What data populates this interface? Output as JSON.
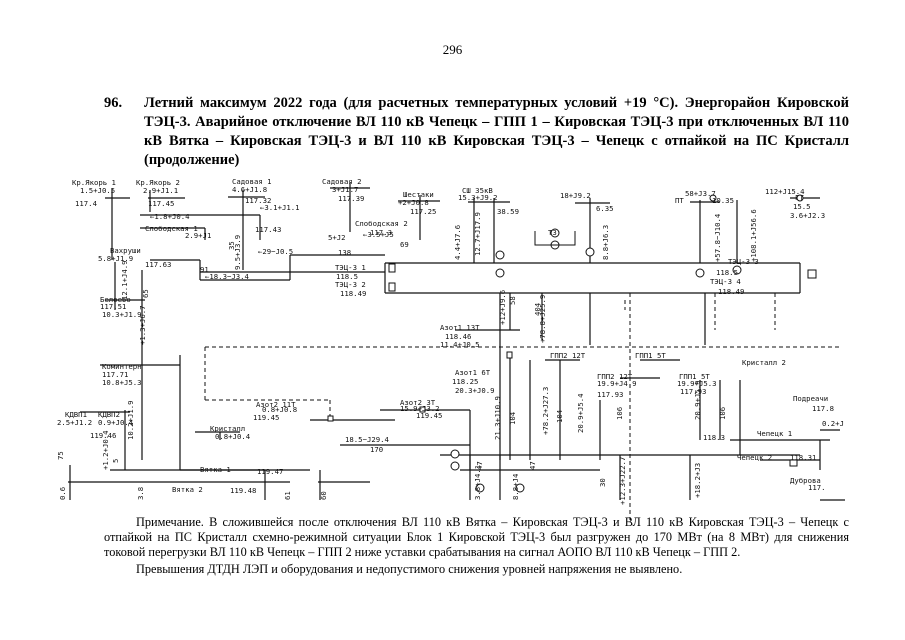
{
  "page_number": "296",
  "heading": {
    "number": "96.",
    "text": "Летний максимум 2022 года (для расчетных температурных условий +19 °С). Энергорайон Кировской ТЭЦ-3. Аварийное отключение ВЛ 110 кВ Чепецк – ГПП 1 – Кировская ТЭЦ-3 при отключенных ВЛ 110 кВ Вятка – Кировская ТЭЦ-3 и ВЛ 110 кВ Кировская ТЭЦ-3 – Чепецк с отпайкой на ПС Кристалл (продолжение)"
  },
  "diagram": {
    "labels": [
      "Кр.Якорь 1",
      "1.5+J0.5",
      "117.4",
      "Кр.Якорь 2",
      "2.9+J1.1",
      "117.45",
      "Садовая 1",
      "4.6+J1.8",
      "117.32",
      "Садовая 2",
      "3+J1.7",
      "117.39",
      "Шестаки",
      "+2+J0.8",
      "117.25",
      "СШ 35кВ",
      "15.3+J9.2",
      "18+J9.2",
      "58+J3.7",
      "ПТ",
      "10.35",
      "112+J15.4",
      "ГТ",
      "15.5",
      "3.6+J2.3",
      "←1.8+J0.4",
      "Слободская 1",
      "2.9+J1",
      "117.43",
      "←3.1+J1.1",
      "5+J2",
      "Слободская 2",
      "117.3",
      "←3.5+J5",
      "69",
      "38.59",
      "6.35",
      "ТЗ",
      "Вахруши",
      "5.8+J1.9",
      "117.63",
      "91",
      "←29−J0.5",
      "138",
      "←18.3−J3.4",
      "ТЭЦ-3 1",
      "118.5",
      "ТЭЦ-3 2",
      "118.49",
      "ТЭЦ-3 3",
      "118.5",
      "ТЭЦ-3 4",
      "118.49",
      "Белоево",
      "117.51",
      "10.3+J1.9",
      "Азот1 13Т",
      "118.46",
      "11.4+J0.5",
      "ГПП2 12Т",
      "ГПП1 5Т",
      "Кристалл 2",
      "Коминтерн",
      "117.71",
      "10.8+J5.3",
      "Азот1 6Т",
      "118.25",
      "20.3+J0.9",
      "ГПП2 12Т",
      "19.9+J4.9",
      "117.93",
      "ГПП1 5Т",
      "19.9+J5.3",
      "117.93",
      "КДВП1",
      "КДВП2",
      "2.5+J1.2",
      "0.9+J0.4",
      "119.46",
      "Азот2 11Т",
      "0.8+J0.8",
      "119.45",
      "Азот2 3Т",
      "15.9+J3.2",
      "119.45",
      "Кристалл",
      "0.8+J0.4",
      "18.5−J29.4",
      "170",
      "Подреачи",
      "117.8",
      "0.2+J",
      "Чепецк 1",
      "118.3",
      "Чепецк 2",
      "118.31",
      "Вятка 1",
      "119.47",
      "Вятка 2",
      "119.48",
      "Дуброва",
      "117.",
      "75",
      "5",
      "0.6",
      "3.8",
      "61",
      "60",
      "47",
      "47",
      "104",
      "104",
      "106",
      "106",
      "30",
      "35",
      "65",
      "58",
      "404",
      "12.7+J17.9",
      "4.4+J7.6",
      "8.8+J6.3",
      "+57.8−J10.4",
      "+108.1+J56.6",
      "9.5+J3.9",
      "+12+J9.6",
      "+78.8+J25.9",
      "+78.2+J27.3",
      "21.3+J10.9",
      "20.9+J5.4",
      "20.9+J5.9",
      "10.2+J1.9",
      "12.1+J4.9",
      "+1.3+J6.7",
      "+1.2+J0.4",
      "3.8+J4.1",
      "8.8+J4",
      "+12.3+J22.7",
      "+18.2+J3"
    ]
  },
  "note": {
    "para1": "Примечание. В сложившейся после отключения ВЛ 110 кВ Вятка – Кировская ТЭЦ-3 и ВЛ 110 кВ Кировская ТЭЦ-3 – Чепецк с отпайкой на ПС Кристалл схемно-режимной ситуации Блок 1 Кировской ТЭЦ-3 был разгружен до 170 МВт (на 8 МВт) для снижения токовой перегрузки ВЛ 110 кВ Чепецк – ГПП 2 ниже уставки срабатывания на сигнал АОПО ВЛ 110 кВ Чепецк – ГПП 2.",
    "para2": "Превышения ДТДН ЛЭП и оборудования и недопустимого снижения уровней напряжения не выявлено."
  }
}
